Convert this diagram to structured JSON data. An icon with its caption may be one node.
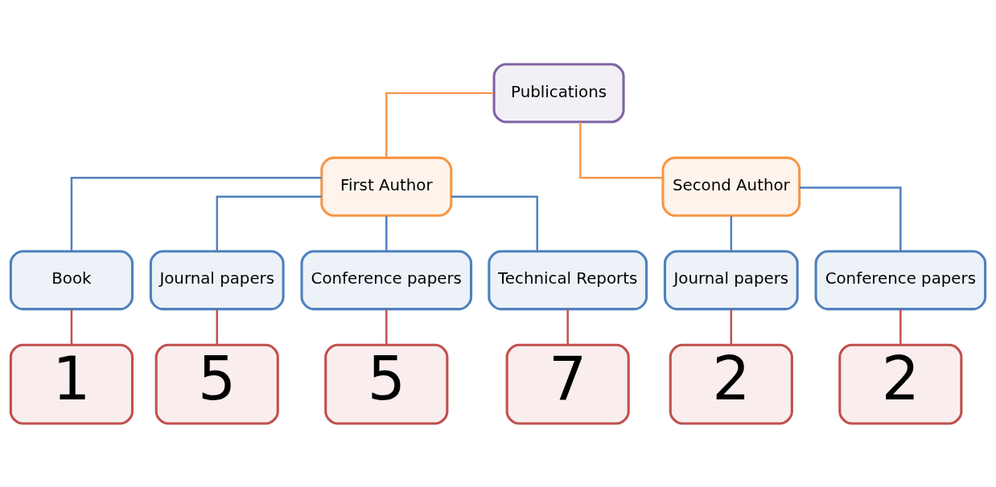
{
  "diagram": {
    "nodes": [
      {
        "text": [
          "Publications"
        ]
      },
      {
        "text": [
          "First Author"
        ]
      },
      {
        "text": [
          "Second Author"
        ]
      },
      {
        "text": [
          "Book"
        ]
      },
      {
        "text": [
          "Journal papers"
        ]
      },
      {
        "text": [
          "Conference papers"
        ]
      },
      {
        "text": [
          "Technical Reports"
        ]
      },
      {
        "text": [
          "Journal papers"
        ]
      },
      {
        "text": [
          "Conference papers"
        ]
      },
      {
        "text": [
          "1"
        ]
      },
      {
        "text": [
          "5"
        ]
      },
      {
        "text": [
          "5"
        ]
      },
      {
        "text": [
          "7"
        ]
      },
      {
        "text": [
          "2"
        ]
      },
      {
        "text": [
          "2"
        ]
      }
    ],
    "edges": [
      {
        "from": 0,
        "to": 1,
        "arrow": "none",
        "color": "#f79646"
      },
      {
        "from": 0,
        "to": 2,
        "arrow": "none",
        "color": "#f79646"
      },
      {
        "from": 1,
        "to": 3,
        "arrow": "none",
        "color": "#4f81bd"
      },
      {
        "from": 1,
        "to": 4,
        "arrow": "none",
        "color": "#4f81bd"
      },
      {
        "from": 1,
        "to": 5,
        "arrow": "none",
        "color": "#4f81bd"
      },
      {
        "from": 1,
        "to": 6,
        "arrow": "none",
        "color": "#4f81bd"
      },
      {
        "from": 2,
        "to": 7,
        "arrow": "none",
        "color": "#4f81bd"
      },
      {
        "from": 2,
        "to": 8,
        "arrow": "none",
        "color": "#4f81bd"
      },
      {
        "from": 3,
        "to": 9,
        "arrow": "none",
        "color": "#c0504d"
      },
      {
        "from": 4,
        "to": 10,
        "arrow": "none",
        "color": "#c0504d"
      },
      {
        "from": 5,
        "to": 11,
        "arrow": "none",
        "color": "#c0504d"
      },
      {
        "from": 6,
        "to": 12,
        "arrow": "none",
        "color": "#c0504d"
      },
      {
        "from": 7,
        "to": 13,
        "arrow": "none",
        "color": "#c0504d"
      },
      {
        "from": 8,
        "to": 14,
        "arrow": "none",
        "color": "#c0504d"
      }
    ]
  }
}
